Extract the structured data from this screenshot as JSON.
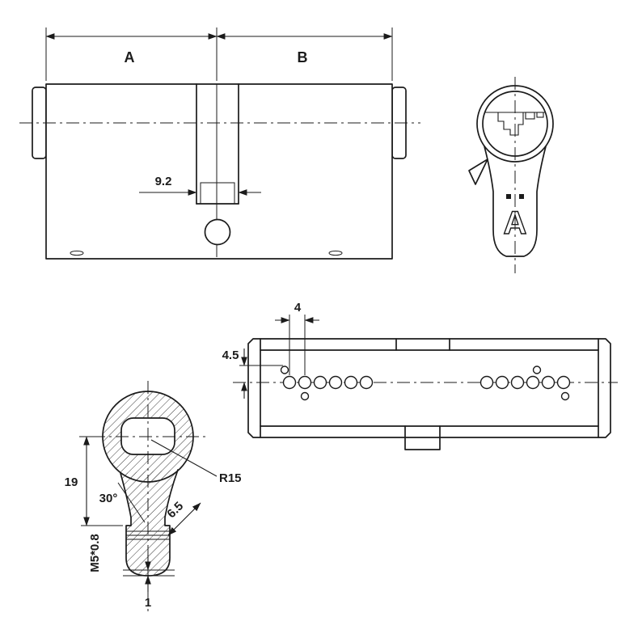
{
  "drawing": {
    "line_color": "#1b1b1b",
    "background": "#ffffff"
  },
  "side_view": {
    "dim_a_label": "A",
    "dim_b_label": "B",
    "cam_width": "9.2"
  },
  "face_view": {
    "logo_letter": "A"
  },
  "top_view": {
    "pin_spacing": "4",
    "pin_row_offset": "4.5"
  },
  "section_view": {
    "body_height": "19",
    "taper_angle": "30°",
    "radius": "R15",
    "foot_width": "6.5",
    "thread_spec": "M5*0.8",
    "tip_height": "1"
  }
}
